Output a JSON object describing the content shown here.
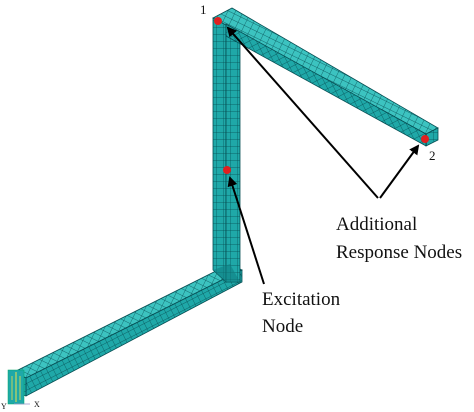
{
  "node_labels": {
    "n1": "1",
    "n2": "2"
  },
  "annotations": {
    "additional_line1": "Additional",
    "additional_line2": "Response Nodes",
    "excitation_line1": "Excitation",
    "excitation_line2": "Node"
  },
  "axis_triad": {
    "x_label": "X",
    "y_label": "Y"
  },
  "colors": {
    "mesh_fill": "#1fa8a8",
    "mesh_dark": "#0f7f82",
    "mesh_light": "#3cc3c0",
    "grid_line": "#064d52",
    "node_marker": "#e02020",
    "arrow": "#000000"
  }
}
